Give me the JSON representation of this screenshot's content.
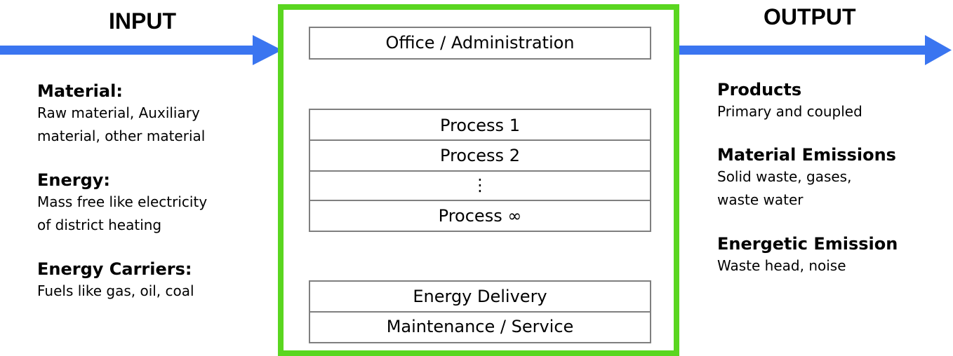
{
  "input": {
    "title": "INPUT",
    "groups": [
      {
        "heading": "Material:",
        "text": "Raw material, Auxiliary\nmaterial, other material"
      },
      {
        "heading": "Energy:",
        "text": "Mass free like electricity\nof district heating"
      },
      {
        "heading": "Energy Carriers:",
        "text": "Fuels like gas, oil, coal"
      }
    ]
  },
  "output": {
    "title": "OUTPUT",
    "groups": [
      {
        "heading": "Products",
        "text": "Primary and coupled"
      },
      {
        "heading": "Material Emissions",
        "text": "Solid waste, gases,\nwaste water"
      },
      {
        "heading": "Energetic Emission",
        "text": "Waste head, noise"
      }
    ]
  },
  "system": {
    "top_unit": "Office / Administration",
    "processes": [
      "Process 1",
      "Process 2",
      "⋮",
      "Process ∞"
    ],
    "bottom_units": [
      "Energy Delivery",
      "Maintenance / Service"
    ]
  },
  "colors": {
    "arrow": "#3a75f0",
    "system_border": "#5ad620",
    "unit_border": "#7f7f7f"
  }
}
